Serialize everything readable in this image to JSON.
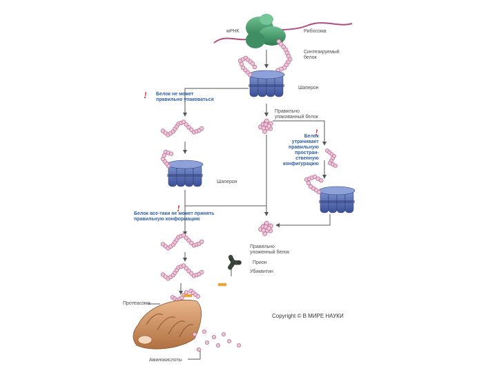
{
  "labels": {
    "mrna": "мРНК",
    "ribosome": "Рибосома",
    "synthesized_protein": "Синтезируемый\nбелок",
    "chaperone_top": "Шаперон",
    "cannot_fold": "Белок не может\nправильно упаковаться",
    "correctly_folded_1": "Правильно\nупакованный белок",
    "loses_config": "Белок\nутрачивает\nправильную\nпростран-\nственную\nконфигурацию",
    "chaperone_mid": "Шаперон",
    "still_cannot_fold": "Белок все-таки не может принять\nправильную конформацию",
    "correctly_folded_2": "Правильно\nуложенный белок",
    "proteasome": "Протеасома",
    "ubiquitin": "Убиквитин",
    "prion": "Прион",
    "copyright": "Copyright © В МИРЕ НАУКИ",
    "amino_acids": "Аминокислоты"
  },
  "markers": {
    "step": "!"
  },
  "colors": {
    "ribosome": "#3f9a6a",
    "chaperone": "#4a66ad",
    "protein_chain": "#c06a95",
    "bead_fill": "#e9c7d8",
    "arrow": "#555555",
    "label_blue": "#2d5fa6",
    "marker_red": "#d8232a",
    "ubiquitin": "#e8a23a",
    "proteasome": "#c98a52"
  }
}
